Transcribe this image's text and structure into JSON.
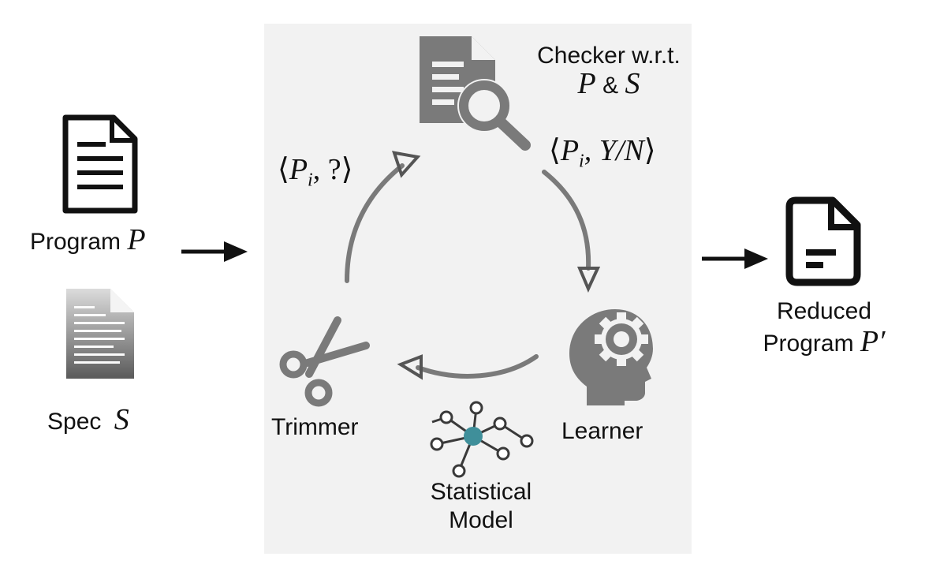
{
  "inputs": {
    "program": {
      "label": "Program",
      "symbol": "P",
      "icon": "document-icon"
    },
    "spec": {
      "label": "Spec",
      "symbol": "S",
      "icon": "spec-file-icon"
    }
  },
  "loop": {
    "checker": {
      "line1": "Checker w.r.t.",
      "sym_p": "P",
      "amp": "&",
      "sym_s": "S",
      "icon": "document-search-icon"
    },
    "query_message": {
      "open": "⟨",
      "var": "P",
      "sub": "i",
      "rest": ", ?",
      "close": "⟩"
    },
    "answer_message": {
      "open": "⟨",
      "var": "P",
      "sub": "i",
      "rest": ", Y/N",
      "close": "⟩"
    },
    "learner": {
      "label": "Learner",
      "icon": "brain-gear-icon"
    },
    "trimmer": {
      "label": "Trimmer",
      "icon": "scissors-icon"
    },
    "model": {
      "line1": "Statistical",
      "line2": "Model",
      "icon": "network-graph-icon"
    }
  },
  "output": {
    "line1": "Reduced",
    "line2": "Program",
    "symbol": "P′",
    "icon": "reduced-document-icon"
  },
  "colors": {
    "panel": "#f2f2f2",
    "loop_gray": "#7a7a7a",
    "node_teal": "#3f8f9a"
  }
}
